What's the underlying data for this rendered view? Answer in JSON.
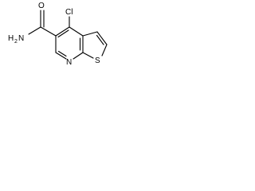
{
  "molecule": {
    "atoms": {
      "chlorine": "Cl",
      "oxygen": "O",
      "amide_nitrogen": "H",
      "amide_nitrogen_subscript": "2",
      "amide_nitrogen_symbol": "N",
      "ring_nitrogen": "N",
      "sulfur": "S"
    }
  },
  "colors": {
    "bond": "#000000",
    "label": "#000000",
    "background": "#ffffff"
  }
}
